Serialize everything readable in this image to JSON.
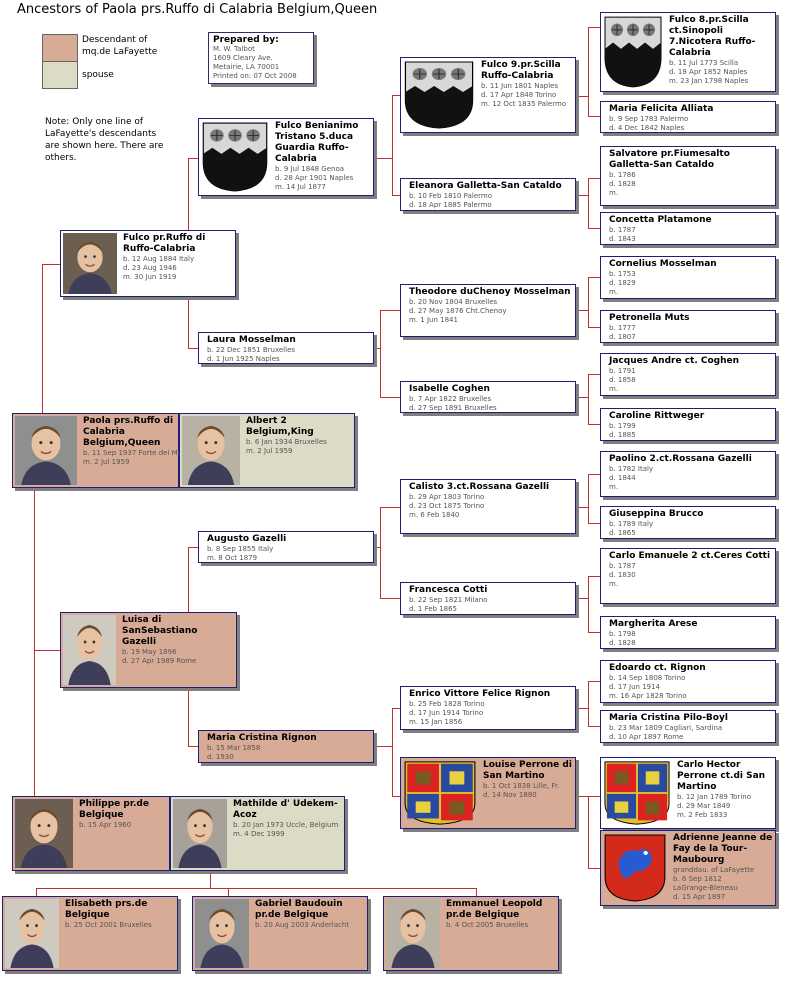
{
  "title": "Ancestors of Paola prs.Ruffo di Calabria Belgium,Queen",
  "legend": [
    {
      "label": "Descendant of mq.de LaFayette",
      "color": "#d8ab97"
    },
    {
      "label": "spouse",
      "color": "#dcdcc6"
    }
  ],
  "prepared": {
    "heading": "Prepared by:",
    "lines": [
      "M. W. Talbot",
      "1609 Cleary Ave.",
      "Metairie, LA 70001",
      "Printed on: 07 Oct 2008"
    ]
  },
  "note": "Note: Only one line of LaFayette's descendants are shown here.  There are others.",
  "colors": {
    "line": "#c0322f",
    "border": "#1f1f78",
    "descendant": "#d8ab97",
    "spouse": "#dcdcc6"
  },
  "people": [
    {
      "id": "fulco8",
      "name": "Fulco 8.pr.Scilla ct.Sinopoli 7.Nicotera Ruffo-Calabria",
      "lines": [
        "b. 11 Jul 1773 Scilla",
        "d. 18 Apr 1852 Naples",
        "m. 23 Jan 1798 Naples"
      ],
      "kind": "plain",
      "image": "ruffo-arms-icon"
    },
    {
      "id": "maria_felicita",
      "name": "Maria Felicita Alliata",
      "lines": [
        "b. 9 Sep 1783 Palermo",
        "d. 4 Dec 1842 Naples"
      ],
      "kind": "plain"
    },
    {
      "id": "fulco9",
      "name": "Fulco 9.pr.Scilla Ruffo-Calabria",
      "lines": [
        "b. 11 Jun 1801 Naples",
        "d. 17 Apr 1848 Torino",
        "m. 12 Oct 1835 Palermo"
      ],
      "kind": "plain",
      "image": "ruffo-arms-icon"
    },
    {
      "id": "salvatore",
      "name": "Salvatore pr.Fiumesalto Galletta-San Cataldo",
      "lines": [
        "b. 1786",
        "d. 1828",
        "m."
      ],
      "kind": "plain"
    },
    {
      "id": "fulco_ben",
      "name": "Fulco Benianimo Tristano 5.duca Guardia Ruffo-Calabria",
      "lines": [
        "b. 9 Jul 1848 Genoa",
        "d. 28 Apr 1901 Naples",
        "m. 14 Jul 1877"
      ],
      "kind": "plain",
      "image": "ruffo-arms-icon"
    },
    {
      "id": "eleanora",
      "name": "Eleanora Galletta-San Cataldo",
      "lines": [
        "b. 10 Feb 1810 Palermo",
        "d. 18 Apr 1885 Palermo"
      ],
      "kind": "plain"
    },
    {
      "id": "concetta",
      "name": "Concetta Platamone",
      "lines": [
        "b. 1787",
        "d. 1843"
      ],
      "kind": "plain"
    },
    {
      "id": "fulco_pr",
      "name": "Fulco pr.Ruffo di Ruffo-Calabria",
      "lines": [
        "b. 12 Aug 1884 Italy",
        "d. 23 Aug 1946",
        "m. 30 Jun 1919"
      ],
      "kind": "plain",
      "image": "portrait-photo"
    },
    {
      "id": "cornelius",
      "name": "Cornelius Mosselman",
      "lines": [
        "b. 1753",
        "d. 1829",
        "m."
      ],
      "kind": "plain"
    },
    {
      "id": "theodore",
      "name": "Theodore duChenoy Mosselman",
      "lines": [
        "b. 20 Nov 1804 Bruxelles",
        "d. 27 May 1876 Cht.Chenoy",
        "m. 1 Jun 1841"
      ],
      "kind": "plain"
    },
    {
      "id": "petronella",
      "name": "Petronella Muts",
      "lines": [
        "b. 1777",
        "d. 1807"
      ],
      "kind": "plain"
    },
    {
      "id": "laura",
      "name": "Laura Mosselman",
      "lines": [
        "b. 22 Dec 1851 Bruxelles",
        "d. 1 Jun 1925 Naples"
      ],
      "kind": "plain"
    },
    {
      "id": "jacques",
      "name": "Jacques Andre ct. Coghen",
      "lines": [
        "b. 1791",
        "d. 1858",
        "m."
      ],
      "kind": "plain"
    },
    {
      "id": "isabelle",
      "name": "Isabelle Coghen",
      "lines": [
        "b. 7 Apr 1822 Bruxelles",
        "d. 27 Sep 1891 Bruxelles"
      ],
      "kind": "plain"
    },
    {
      "id": "caroline",
      "name": "Caroline Rittweger",
      "lines": [
        "b. 1799",
        "d. 1885"
      ],
      "kind": "plain"
    },
    {
      "id": "paola",
      "name": "Paola prs.Ruffo di Calabria Belgium,Queen",
      "lines": [
        "b. 11 Sep 1937 Forte dei Marmi",
        "m. 2 Jul 1959"
      ],
      "kind": "desc",
      "image": "portrait-photo"
    },
    {
      "id": "albert",
      "name": "Albert 2 Belgium,King",
      "lines": [
        "b. 6 Jan 1934 Bruxelles",
        "m. 2 Jul 1959"
      ],
      "kind": "spouse",
      "image": "portrait-photo"
    },
    {
      "id": "paolino",
      "name": "Paolino 2.ct.Rossana Gazelli",
      "lines": [
        "b. 1782 Italy",
        "d. 1844",
        "m."
      ],
      "kind": "plain"
    },
    {
      "id": "calisto",
      "name": "Calisto 3.ct.Rossana Gazelli",
      "lines": [
        "b. 29 Apr 1803 Torino",
        "d. 23 Oct 1875 Torino",
        "m. 6 Feb 1840"
      ],
      "kind": "plain"
    },
    {
      "id": "giuseppina",
      "name": "Giuseppina Brucco",
      "lines": [
        "b. 1789 Italy",
        "d. 1865"
      ],
      "kind": "plain"
    },
    {
      "id": "augusto",
      "name": "Augusto Gazelli",
      "lines": [
        "b. 8 Sep 1855 Italy",
        "m. 8 Oct 1879"
      ],
      "kind": "plain"
    },
    {
      "id": "carlo_em",
      "name": "Carlo Emanuele 2 ct.Ceres Cotti",
      "lines": [
        "b. 1787",
        "d. 1830",
        "m."
      ],
      "kind": "plain"
    },
    {
      "id": "francesca",
      "name": "Francesca Cotti",
      "lines": [
        "b. 22 Sep 1821 Milano",
        "d. 1 Feb 1865"
      ],
      "kind": "plain"
    },
    {
      "id": "margherita",
      "name": "Margherita Arese",
      "lines": [
        "b. 1798",
        "d. 1828"
      ],
      "kind": "plain"
    },
    {
      "id": "luisa",
      "name": "Luisa di SanSebastiano Gazelli",
      "lines": [
        "b. 19 May 1896",
        "d. 27 Apr 1989 Rome"
      ],
      "kind": "desc",
      "image": "portrait-photo"
    },
    {
      "id": "edoardo",
      "name": "Edoardo ct. Rignon",
      "lines": [
        "b. 14 Sep 1808 Torino",
        "d. 17 Jun 1914",
        "m. 16 Apr 1828 Torino"
      ],
      "kind": "plain"
    },
    {
      "id": "enrico",
      "name": "Enrico Vittore Felice Rignon",
      "lines": [
        "b. 25 Feb 1828 Torino",
        "d. 17 Jun 1914 Torino",
        "m. 15 Jan 1856"
      ],
      "kind": "plain"
    },
    {
      "id": "maria_cristina_pb",
      "name": "Maria Cristina Pilo-Boyl",
      "lines": [
        "b. 23 Mar 1809 Cagliari, Sardina",
        "d. 10 Apr 1897 Rome"
      ],
      "kind": "plain"
    },
    {
      "id": "maria_cristina_r",
      "name": "Maria Cristina Rignon",
      "lines": [
        "b. 15 Mar 1858",
        "d. 1930"
      ],
      "kind": "desc"
    },
    {
      "id": "carlo_hector",
      "name": "Carlo Hector Perrone ct.di San Martino",
      "lines": [
        "b. 12 Jan 1789 Torino",
        "d. 29 Mar 1849",
        "m. 2 Feb 1833"
      ],
      "kind": "plain",
      "image": "perrone-arms-icon"
    },
    {
      "id": "louise",
      "name": "Louise Perrone di San Martino",
      "lines": [
        "b. 1 Oct 1838 Lille, Fr.",
        "d. 14 Nov 1880"
      ],
      "kind": "desc",
      "image": "perrone-arms-icon"
    },
    {
      "id": "adrienne",
      "name": "Adrienne Jeanne de Fay de la Tour-Maubourg",
      "lines": [
        "granddau. of LaFayette",
        "b. 6 Sep 1812",
        "LaGrange-Bleneau",
        "d. 15 Apr 1897"
      ],
      "kind": "desc",
      "image": "latour-arms-icon"
    },
    {
      "id": "philippe",
      "name": "Philippe pr.de Belgique",
      "lines": [
        "b. 15 Apr 1960"
      ],
      "kind": "desc",
      "image": "portrait-photo"
    },
    {
      "id": "mathilde",
      "name": "Mathilde d' Udekem-Acoz",
      "lines": [
        "b. 20 Jan 1973 Uccle, Belgium",
        "m. 4 Dec 1999"
      ],
      "kind": "spouse",
      "image": "portrait-photo"
    },
    {
      "id": "elisabeth",
      "name": "Elisabeth prs.de Belgique",
      "lines": [
        "b. 25 Oct 2001 Bruxelles"
      ],
      "kind": "desc",
      "image": "portrait-photo"
    },
    {
      "id": "gabriel",
      "name": "Gabriel Baudouin pr.de Belgique",
      "lines": [
        "b. 20 Aug 2003 Anderlacht"
      ],
      "kind": "desc",
      "image": "portrait-photo"
    },
    {
      "id": "emmanuel",
      "name": "Emmanuel Leopold pr.de Belgique",
      "lines": [
        "b. 4 Oct 2005 Bruxelles"
      ],
      "kind": "desc",
      "image": "portrait-photo"
    }
  ]
}
